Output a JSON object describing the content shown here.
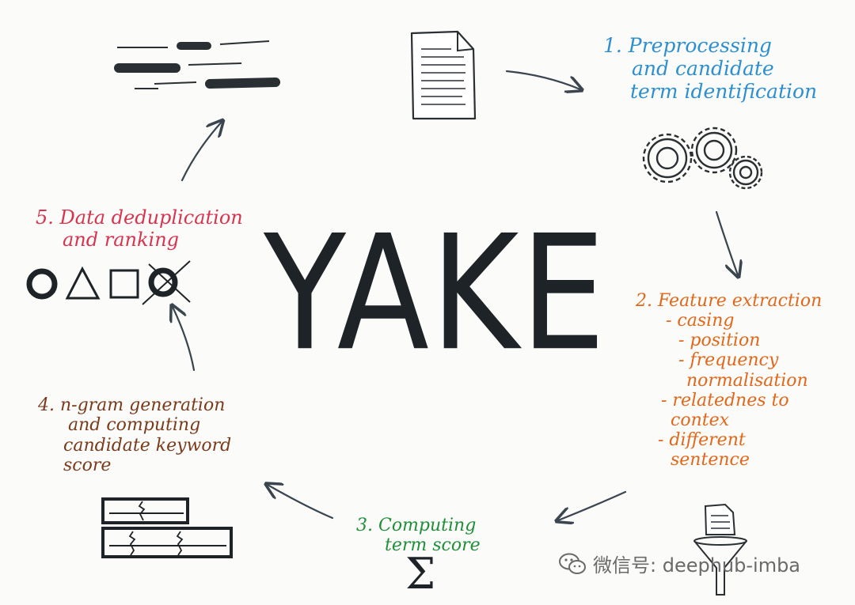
{
  "title": "YAKE",
  "steps": {
    "step1": [
      "1. Preprocessing",
      "and candidate",
      "term identification"
    ],
    "step2": {
      "heading": "2. Feature extraction",
      "items": [
        "- casing",
        "- position",
        "- frequency",
        "normalisation",
        "- relatednes to",
        "contex",
        "- different",
        "sentence"
      ]
    },
    "step3": [
      "3. Computing",
      "term score"
    ],
    "step4": [
      "4. n-gram generation",
      "and computing",
      "candidate keyword",
      "score"
    ],
    "step5": [
      "5. Data deduplication",
      "and ranking"
    ]
  },
  "sigma": "Σ",
  "watermark": "微信号: deephub-imba",
  "colors": {
    "ink": "#1e2327",
    "step1": "#2d8fd0",
    "step2": "#e2671a",
    "step3": "#1f8f3a",
    "step4": "#7a3b1c",
    "step5": "#d8344f"
  }
}
